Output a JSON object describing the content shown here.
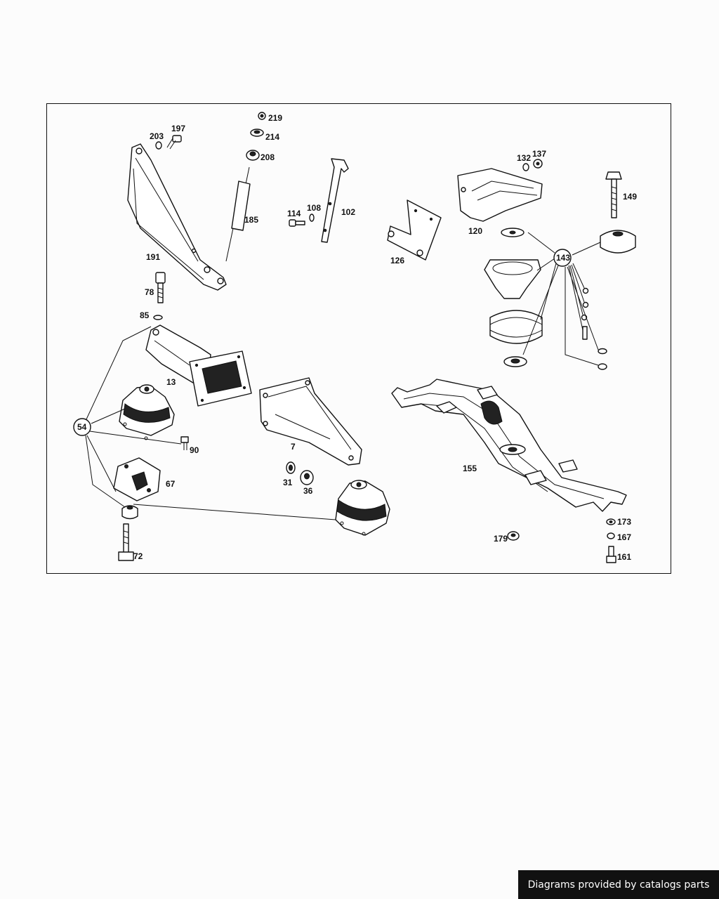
{
  "diagram": {
    "labels": {
      "p219": "219",
      "p214": "214",
      "p208": "208",
      "p185": "185",
      "p197": "197",
      "p203": "203",
      "p191": "191",
      "p78": "78",
      "p85": "85",
      "p114": "114",
      "p108": "108",
      "p102": "102",
      "p126": "126",
      "p132": "132",
      "p137": "137",
      "p120": "120",
      "p149": "149",
      "p143": "143",
      "p13": "13",
      "p54": "54",
      "p90": "90",
      "p67": "67",
      "p72": "72",
      "p7": "7",
      "p31": "31",
      "p36": "36",
      "p155": "155",
      "p173": "173",
      "p167": "167",
      "p179": "179",
      "p161": "161"
    }
  },
  "footer": {
    "credit": "Diagrams provided by catalogs parts"
  }
}
